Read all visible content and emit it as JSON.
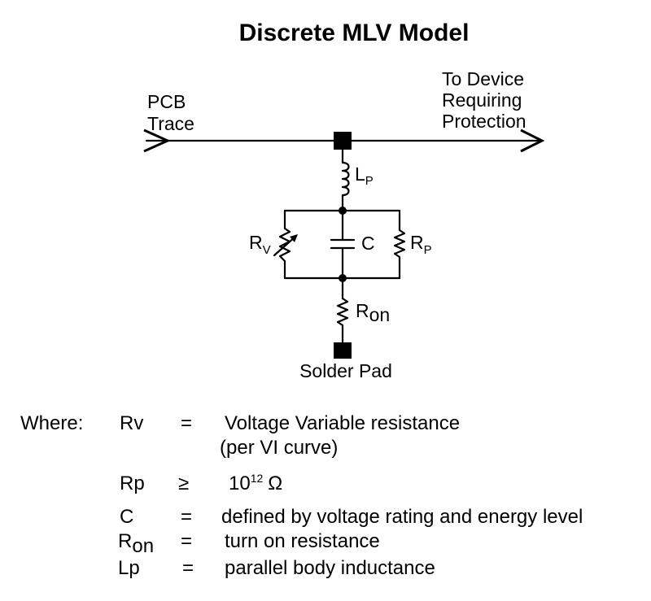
{
  "title": "Discrete MLV Model",
  "circuit": {
    "input_label_line1": "PCB",
    "input_label_line2": "Trace",
    "output_label_line1": "To Device",
    "output_label_line2": "Requiring",
    "output_label_line3": "Protection",
    "inductor": {
      "symbol": "L",
      "subscript": "P"
    },
    "varistor": {
      "symbol": "R",
      "subscript": "V"
    },
    "capacitor": {
      "symbol": "C"
    },
    "parallel_resistor": {
      "symbol": "R",
      "subscript": "P"
    },
    "on_resistor": {
      "symbol": "R",
      "subscript": "on"
    },
    "pad_label": "Solder Pad"
  },
  "legend": {
    "intro": "Where:",
    "rows": [
      {
        "symbol": "Rv",
        "relation": "=",
        "description": "Voltage Variable resistance",
        "description_line2": "(per VI curve)"
      },
      {
        "symbol": "Rp",
        "relation": "≥",
        "value_base": "10",
        "value_exponent": "12",
        "value_unit": "Ω"
      },
      {
        "symbol": "C",
        "relation": "=",
        "description": "defined by voltage rating and energy level"
      },
      {
        "symbol": "R",
        "symbol_subscript": "on",
        "relation": "=",
        "description": "turn on resistance"
      },
      {
        "symbol": "Lp",
        "relation": "=",
        "description": "parallel body inductance"
      }
    ]
  }
}
